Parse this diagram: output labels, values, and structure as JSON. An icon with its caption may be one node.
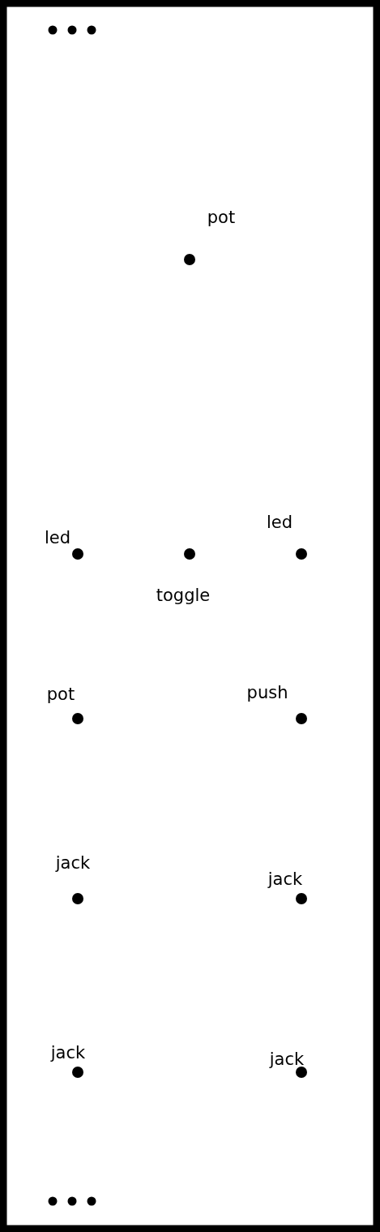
{
  "diagram": {
    "labels": [
      "pot",
      "led",
      "led",
      "toggle",
      "pot",
      "push",
      "jack",
      "jack",
      "jack",
      "jack"
    ]
  }
}
